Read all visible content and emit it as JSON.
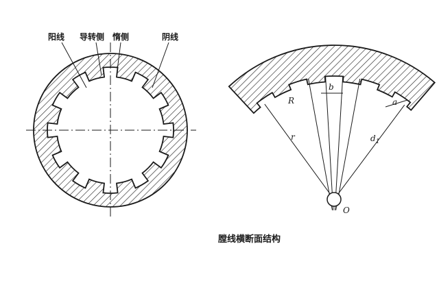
{
  "labels": {
    "left_yang": "阳线",
    "guide_side": "导转侧",
    "drive_side": "惰侧",
    "right_yang": "阴线"
  },
  "symbols": {
    "R": "R",
    "b": "b",
    "a": "a",
    "r": "r",
    "d1": "d",
    "d1_sub": "1",
    "O": "O"
  },
  "caption": "膛线横断面结构"
}
